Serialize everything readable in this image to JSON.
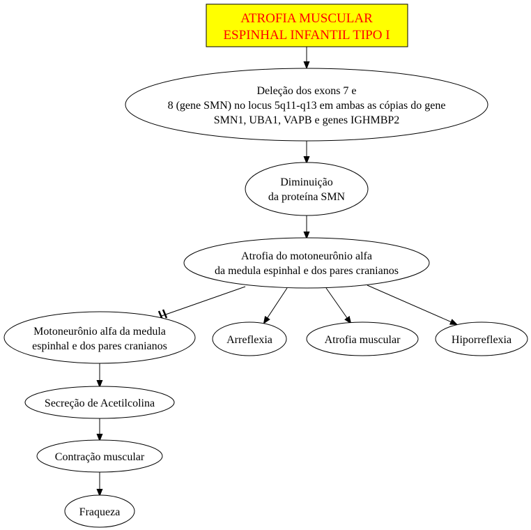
{
  "colors": {
    "title_bg": "#ffff00",
    "title_text": "#ff0000"
  },
  "nodes": {
    "title": [
      "ATROFIA MUSCULAR",
      "ESPINHAL INFANTIL TIPO I"
    ],
    "delecao": [
      "Deleção dos exons 7 e",
      "8 (gene SMN) no locus 5q11-q13 em ambas as cópias do gene",
      "SMN1, UBA1, VAPB e genes IGHMBP2"
    ],
    "diminuicao": [
      "Diminuição",
      "da proteína SMN"
    ],
    "atrofia_moto": [
      "Atrofia do motoneurônio alfa",
      "da medula espinhal e dos pares cranianos"
    ],
    "motoneuronio": [
      "Motoneurônio alfa da medula",
      "espinhal e dos pares cranianos"
    ],
    "arreflexia": "Arreflexia",
    "atrofia_muscular": "Atrofia muscular",
    "hiporreflexia": "Hiporreflexia",
    "secrecao": "Secreção de Acetilcolina",
    "contracao": "Contração muscular",
    "fraqueza": "Fraqueza"
  }
}
